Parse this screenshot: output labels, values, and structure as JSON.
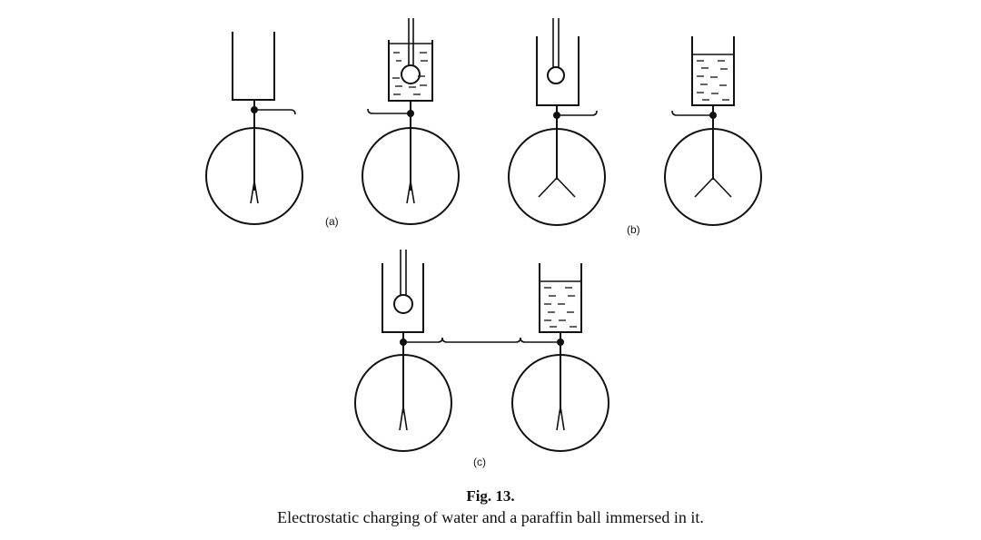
{
  "figure": {
    "panel_labels": {
      "a": "(a)",
      "b": "(b)",
      "c": "(c)"
    },
    "caption_title": "Fig. 13.",
    "caption_text": "Electrostatic charging of water and a paraffin ball immersed in it."
  }
}
